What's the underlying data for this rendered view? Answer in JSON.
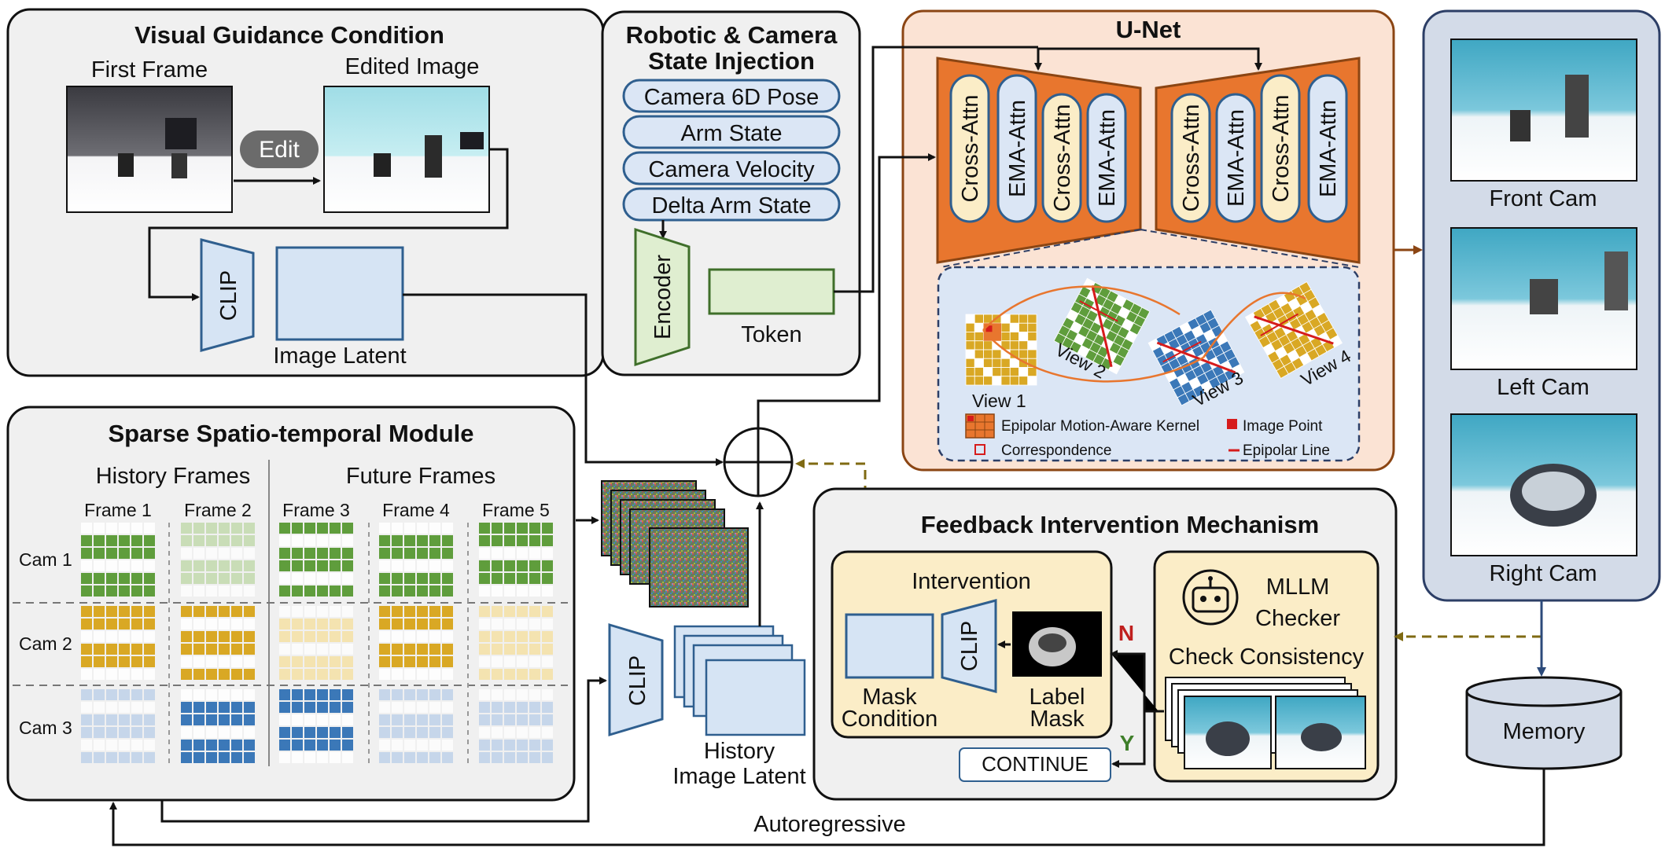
{
  "colors": {
    "green": "#5f9d3c",
    "green_light": "#c9ddb7",
    "yellow": "#d9a824",
    "yellow_light": "#f4e3b0",
    "blue": "#3b78b8",
    "blue_light": "#c6d6ea",
    "orange": "#e8762e",
    "pill_blue": "#dbe6f5",
    "pill_yellow": "#fbedc7",
    "arrow_brown": "#7f6a12",
    "panel_gray": "#f0f0f0",
    "unet_bg": "#fbe3d4",
    "cams_bg": "#d3dbe8"
  },
  "visual_guidance": {
    "title": "Visual Guidance Condition",
    "first_frame": "First Frame",
    "edited_image": "Edited Image",
    "edit": "Edit",
    "clip": "CLIP",
    "image_latent": "Image Latent"
  },
  "robotic": {
    "title_line1": "Robotic & Camera",
    "title_line2": "State Injection",
    "states": [
      "Camera 6D Pose",
      "Arm State",
      "Camera Velocity",
      "Delta Arm State"
    ],
    "encoder": "Encoder",
    "token": "Token"
  },
  "unet": {
    "title": "U-Net",
    "left_block": [
      "Cross-Attn",
      "EMA-Attn",
      "Cross-Attn",
      "EMA-Attn"
    ],
    "right_block": [
      "Cross-Attn",
      "EMA-Attn",
      "Cross-Attn",
      "EMA-Attn"
    ],
    "views": [
      "View 1",
      "View 2",
      "View 3",
      "View 4"
    ],
    "legend": {
      "kernel": "Epipolar Motion-Aware Kernel",
      "image_point": "Image Point",
      "correspondence": "Correspondence",
      "epipolar_line": "Epipolar Line"
    }
  },
  "cams": {
    "front": "Front Cam",
    "left": "Left Cam",
    "right": "Right Cam"
  },
  "sparse": {
    "title": "Sparse Spatio-temporal Module",
    "history": "History Frames",
    "future": "Future Frames",
    "frames": [
      "Frame 1",
      "Frame 2",
      "Frame 3",
      "Frame 4",
      "Frame 5"
    ],
    "cams": [
      "Cam 1",
      "Cam 2",
      "Cam 3"
    ]
  },
  "history_latent": {
    "clip": "CLIP",
    "line1": "History",
    "line2": "Image Latent"
  },
  "feedback": {
    "title": "Feedback Intervention Mechanism",
    "intervention": "Intervention",
    "clip": "CLIP",
    "mask_condition_1": "Mask",
    "mask_condition_2": "Condition",
    "label_mask_1": "Label",
    "label_mask_2": "Mask",
    "mllm_1": "MLLM",
    "mllm_2": "Checker",
    "check": "Check Consistency",
    "n": "N",
    "y": "Y",
    "continue": "CONTINUE"
  },
  "memory": "Memory",
  "autoregressive": "Autoregressive"
}
